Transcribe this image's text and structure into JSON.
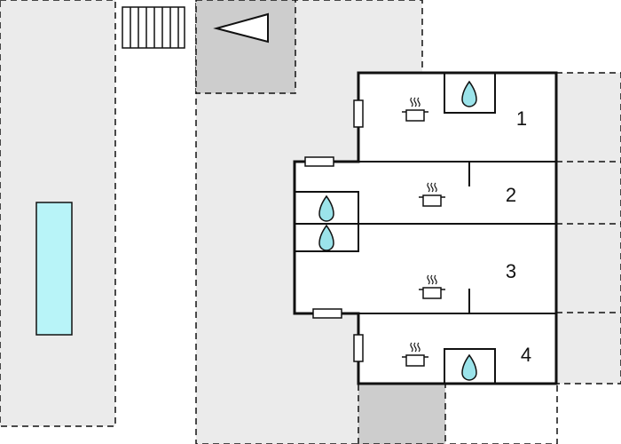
{
  "colors": {
    "background": "#ffffff",
    "light_area": "#ebebeb",
    "dark_area": "#cdcdcd",
    "pool_fill": "#b8f4f8",
    "drop_fill": "#9be3ea",
    "wall": "#111111"
  },
  "icons": {
    "stairs": "stairs-icon",
    "north": "north-arrow-icon",
    "kitchen": "cooking-pot-icon",
    "bathroom": "water-drop-icon",
    "door": "door-icon",
    "pool": "pool-icon"
  },
  "units": [
    {
      "number": "1"
    },
    {
      "number": "2"
    },
    {
      "number": "3"
    },
    {
      "number": "4"
    }
  ]
}
